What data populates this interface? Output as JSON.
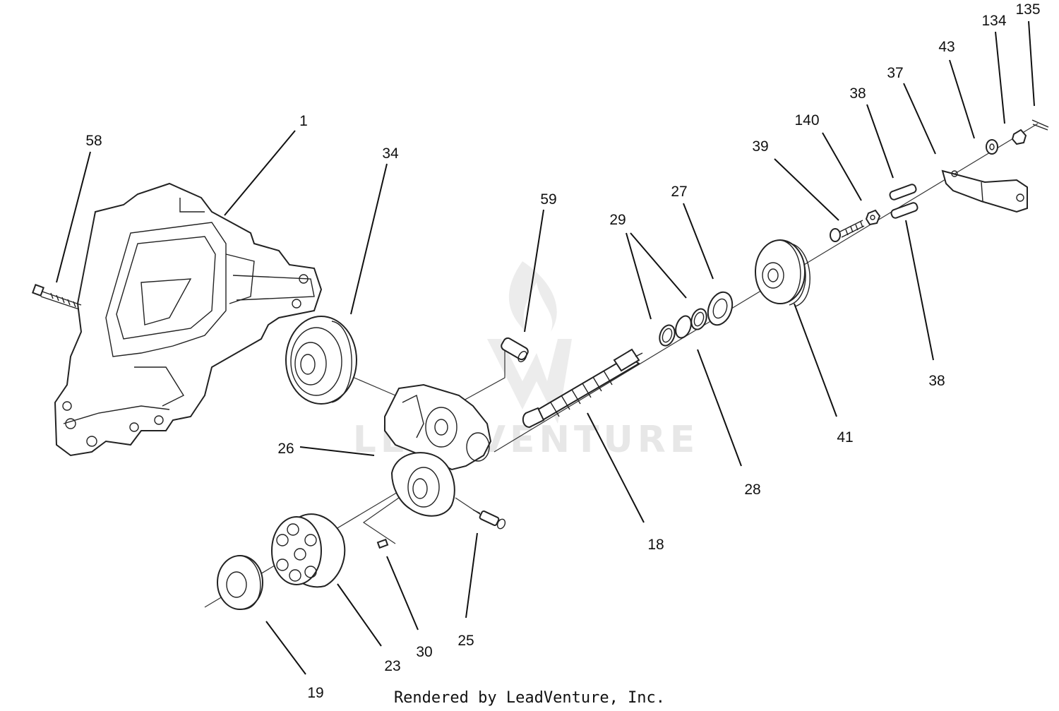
{
  "callouts": [
    "1",
    "58",
    "34",
    "59",
    "29",
    "27",
    "39",
    "140",
    "38",
    "37",
    "43",
    "134",
    "135",
    "41",
    "38",
    "28",
    "18",
    "26",
    "25",
    "30",
    "23",
    "19"
  ],
  "watermark": "LEADVENTURE",
  "footer": "Rendered by LeadVenture, Inc."
}
